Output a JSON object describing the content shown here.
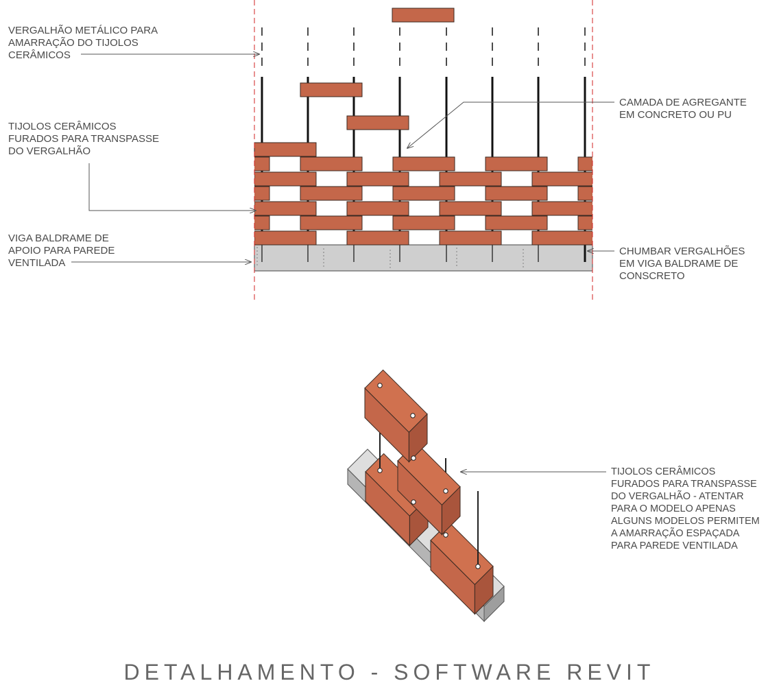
{
  "colors": {
    "brick_fill": "#c4674a",
    "brick_stroke": "#3a2a22",
    "concrete_fill": "#cfcfcf",
    "concrete_top": "#dedede",
    "concrete_side": "#b5b5b5",
    "rebar": "#111111",
    "guide_line": "#d02020",
    "leader": "#555555",
    "text": "#4a4a4a"
  },
  "labels": {
    "vergalhao": [
      "VERGALHÃO METÁLICO PARA",
      "AMARRAÇÃO DO TIJOLOS",
      "CERÂMICOS"
    ],
    "tijolos_furados": [
      "TIJOLOS CERÂMICOS",
      "FURADOS PARA TRANSPASSE",
      "DO VERGALHÃO"
    ],
    "viga_baldrame": [
      "VIGA BALDRAME DE",
      "APOIO PARA PAREDE",
      "VENTILADA"
    ],
    "camada_agregante": [
      "CAMADA DE AGREGANTE",
      "EM CONCRETO OU PU"
    ],
    "chumbar": [
      "CHUMBAR VERGALHÕES",
      "EM VIGA BALDRAME DE",
      "CONSCRETO"
    ],
    "tijolos_iso": [
      "TIJOLOS CERÂMICOS",
      "FURADOS PARA TRANSPASSE",
      "DO VERGALHÃO - ATENTAR",
      "PARA O MODELO APENAS",
      "ALGUNS MODELOS PERMITEM",
      "A AMARRAÇÃO ESPAÇADA",
      "PARA PAREDE VENTILADA"
    ]
  },
  "footer": {
    "title": "DETALHAMENTO - SOFTWARE REVIT"
  }
}
